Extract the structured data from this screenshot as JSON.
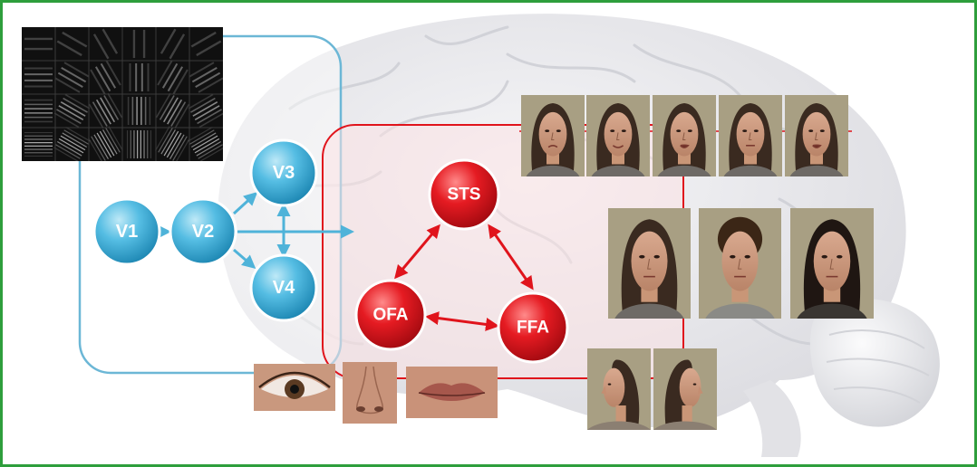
{
  "visual_pathway": {
    "color": "#4fb3d9",
    "nodes": {
      "v1": "V1",
      "v2": "V2",
      "v3": "V3",
      "v4": "V4"
    }
  },
  "face_network": {
    "color": "#e0141c",
    "nodes": {
      "sts": "STS",
      "ofa": "OFA",
      "ffa": "FFA"
    }
  },
  "colors": {
    "frame_border": "#2e9e3c",
    "blue_region_stroke": "#6cb7d6",
    "red_region_stroke": "#e0141c",
    "brain_shade": "#e9e9ec",
    "photo_background": "#a89f83"
  },
  "photo_panels": {
    "expression_row_count": 5,
    "identity_row_count": 3,
    "profile_row_count": 2,
    "feature_row": [
      "eye",
      "nose",
      "mouth"
    ]
  }
}
